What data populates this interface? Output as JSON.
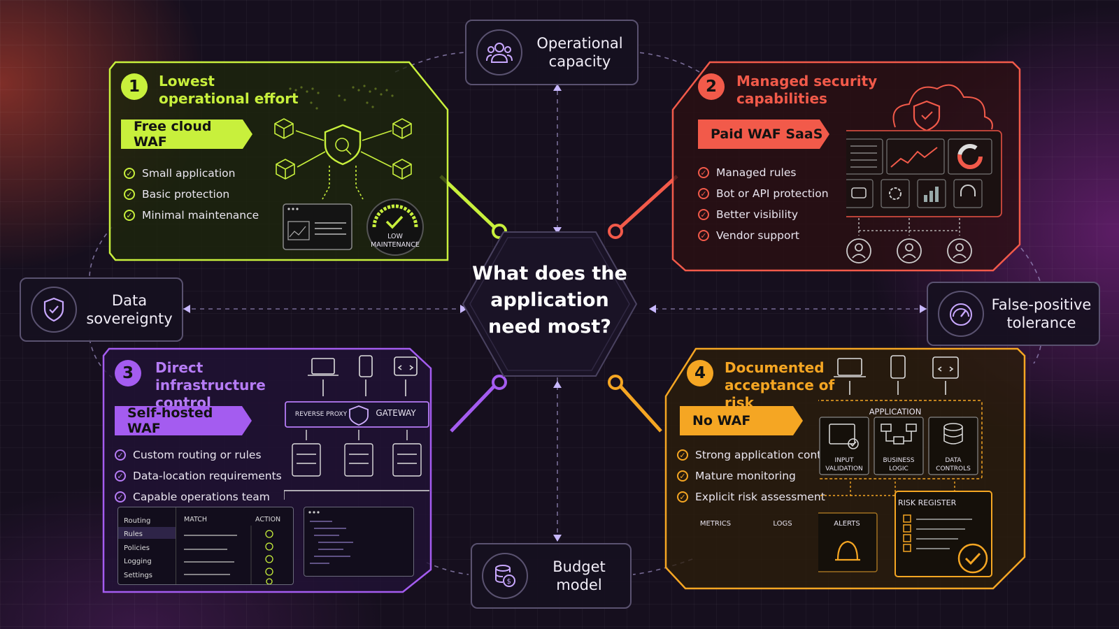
{
  "center": {
    "question": "What does the application need most?"
  },
  "factors": {
    "operational": {
      "label": "Operational capacity",
      "icon": "team-icon"
    },
    "sovereignty": {
      "label": "Data sovereignty",
      "icon": "shield-check-icon"
    },
    "false_positive": {
      "label": "False-positive tolerance",
      "icon": "gauge-icon"
    },
    "budget": {
      "label": "Budget model",
      "icon": "coins-icon"
    }
  },
  "options": [
    {
      "number": "1",
      "title": "Lowest operational effort",
      "tag": "Free cloud WAF",
      "color": "#c8f03c",
      "items": [
        "Small application",
        "Basic protection",
        "Minimal maintenance"
      ],
      "gauge_label": "LOW MAINTENANCE"
    },
    {
      "number": "2",
      "title": "Managed security capabilities",
      "tag": "Paid WAF SaaS",
      "color": "#f25a4a",
      "items": [
        "Managed rules",
        "Bot or API protection",
        "Better visibility",
        "Vendor support"
      ]
    },
    {
      "number": "3",
      "title": "Direct infrastructure control",
      "tag": "Self-hosted WAF",
      "color": "#a45cf0",
      "items": [
        "Custom routing or rules",
        "Data-location requirements",
        "Capable operations team"
      ],
      "proxy_label": "REVERSE PROXY",
      "gateway_label": "GATEWAY",
      "config_menu": [
        "Routing",
        "Rules",
        "Policies",
        "Logging",
        "Settings"
      ],
      "table_headers": [
        "MATCH",
        "ACTION"
      ]
    },
    {
      "number": "4",
      "title": "Documented acceptance of risk",
      "tag": "No WAF",
      "color": "#f5a623",
      "items": [
        "Strong application controls",
        "Mature monitoring",
        "Explicit risk assessment"
      ],
      "app_label": "APPLICATION",
      "app_parts": [
        "INPUT VALIDATION",
        "BUSINESS LOGIC",
        "DATA CONTROLS"
      ],
      "monitor_parts": [
        "METRICS",
        "LOGS",
        "ALERTS"
      ],
      "risk_label": "RISK REGISTER"
    }
  ]
}
